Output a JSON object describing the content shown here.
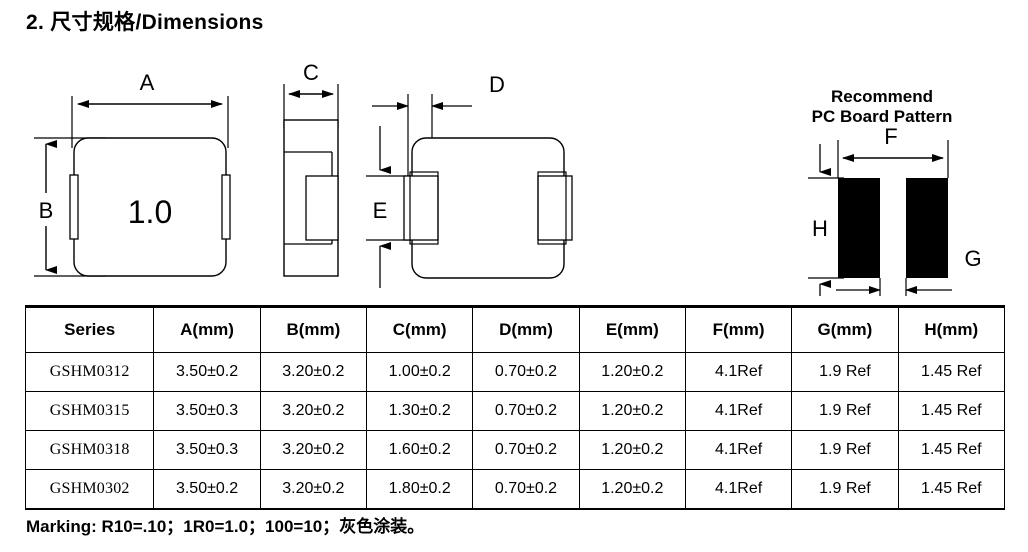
{
  "page": {
    "title": "2. 尺寸规格/Dimensions"
  },
  "drawings": {
    "top_view": {
      "name": "top-view",
      "body_marking": "1.0",
      "dim_width_label": "A",
      "dim_height_label": "B"
    },
    "side_view": {
      "name": "side-view",
      "dim_width_label": "C"
    },
    "bottom_view": {
      "name": "bottom-view",
      "dim_pad_width_label": "D",
      "dim_pad_height_label": "E"
    },
    "pcb_pattern": {
      "name": "pc-board-pattern",
      "title_line1": "Recommend",
      "title_line2": "PC Board Pattern",
      "dim_span_label": "F",
      "dim_gap_label": "G",
      "dim_height_label": "H",
      "pad_color": "#000000"
    }
  },
  "table": {
    "headers": [
      "Series",
      "A(mm)",
      "B(mm)",
      "C(mm)",
      "D(mm)",
      "E(mm)",
      "F(mm)",
      "G(mm)",
      "H(mm)"
    ],
    "rows": [
      {
        "series": "GSHM0312",
        "a": "3.50±0.2",
        "b": "3.20±0.2",
        "c": "1.00±0.2",
        "d": "0.70±0.2",
        "e": "1.20±0.2",
        "f": "4.1Ref",
        "g": "1.9 Ref",
        "h": "1.45 Ref"
      },
      {
        "series": "GSHM0315",
        "a": "3.50±0.3",
        "b": "3.20±0.2",
        "c": "1.30±0.2",
        "d": "0.70±0.2",
        "e": "1.20±0.2",
        "f": "4.1Ref",
        "g": "1.9 Ref",
        "h": "1.45 Ref"
      },
      {
        "series": "GSHM0318",
        "a": "3.50±0.3",
        "b": "3.20±0.2",
        "c": "1.60±0.2",
        "d": "0.70±0.2",
        "e": "1.20±0.2",
        "f": "4.1Ref",
        "g": "1.9 Ref",
        "h": "1.45 Ref"
      },
      {
        "series": "GSHM0302",
        "a": "3.50±0.2",
        "b": "3.20±0.2",
        "c": "1.80±0.2",
        "d": "0.70±0.2",
        "e": "1.20±0.2",
        "f": "4.1Ref",
        "g": "1.9 Ref",
        "h": "1.45 Ref"
      }
    ]
  },
  "footer": {
    "marking_note": "Marking: R10=.10；1R0=1.0；100=10；灰色涂装。"
  }
}
